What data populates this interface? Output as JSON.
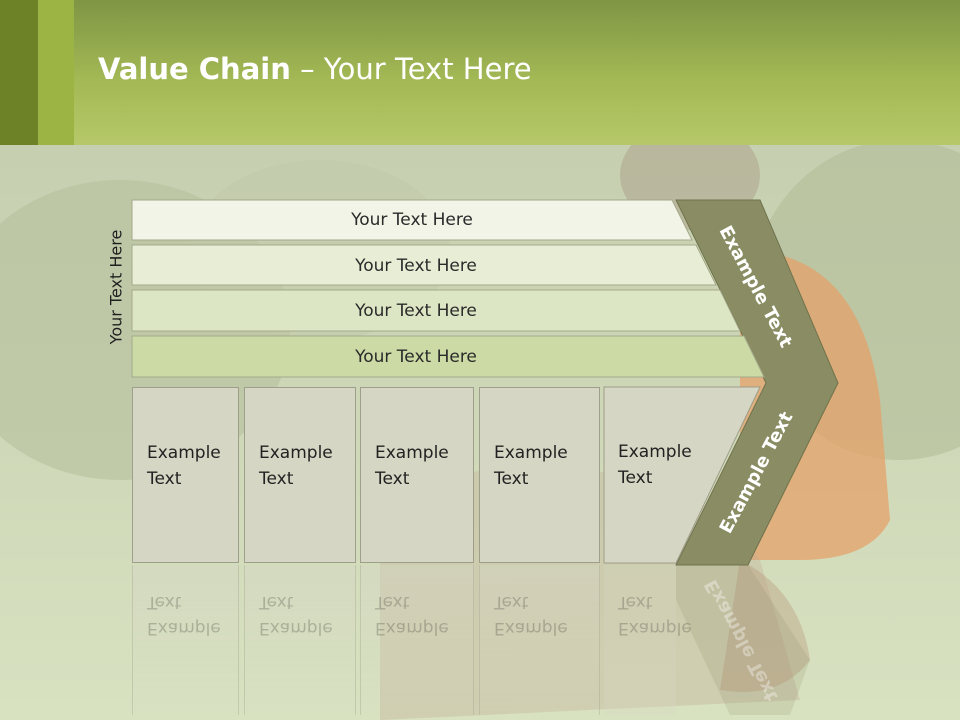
{
  "slide": {
    "title_bold": "Value Chain",
    "title_rest": " – Your Text Here",
    "vertical_label": "Your Text Here",
    "bands": [
      "Your Text Here",
      "Your Text Here",
      "Your Text Here",
      "Your Text Here"
    ],
    "boxes": [
      {
        "line1": "Example",
        "line2": "Text"
      },
      {
        "line1": "Example",
        "line2": "Text"
      },
      {
        "line1": "Example",
        "line2": "Text"
      },
      {
        "line1": "Example",
        "line2": "Text"
      },
      {
        "line1": "Example",
        "line2": "Text"
      }
    ],
    "chevron_upper_label": "Example Text",
    "chevron_lower_label": "Example Text"
  },
  "colors": {
    "header_dark": "#6d8226",
    "header_light": "#b6c869",
    "chevron": "#8a8d63",
    "box_fill": "#d6d6c4"
  }
}
